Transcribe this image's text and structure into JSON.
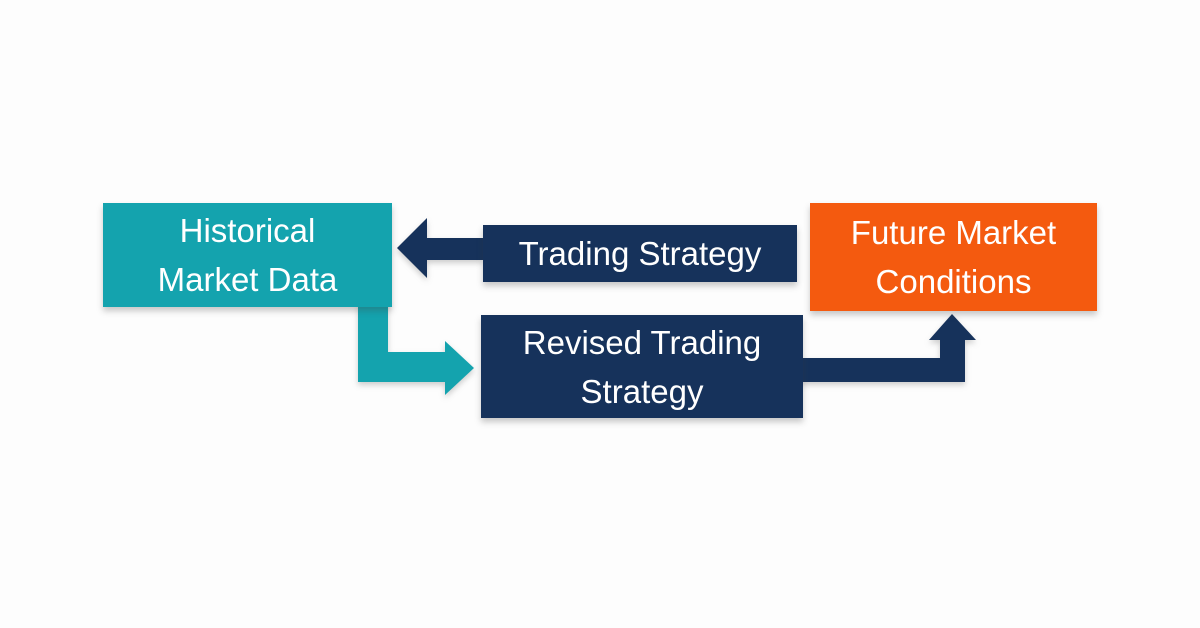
{
  "colors": {
    "teal": "#14a3ae",
    "navy": "#16325b",
    "orange": "#f45a0f",
    "label_text": "#ffffff",
    "background": "#fdfdfd"
  },
  "diagram": {
    "nodes": {
      "historical": {
        "lines": [
          "Historical",
          "Market Data"
        ]
      },
      "trading": {
        "lines": [
          "Trading Strategy"
        ]
      },
      "revised": {
        "lines": [
          "Revised Trading",
          "Strategy"
        ]
      },
      "future": {
        "lines": [
          "Future Market",
          "Conditions"
        ]
      }
    },
    "connections": [
      {
        "from": "trading",
        "to": "historical",
        "shape": "straight-left",
        "color": "navy"
      },
      {
        "from": "historical",
        "to": "revised",
        "shape": "elbow-down-right",
        "color": "teal"
      },
      {
        "from": "revised",
        "to": "future",
        "shape": "elbow-right-up",
        "color": "navy"
      }
    ]
  }
}
